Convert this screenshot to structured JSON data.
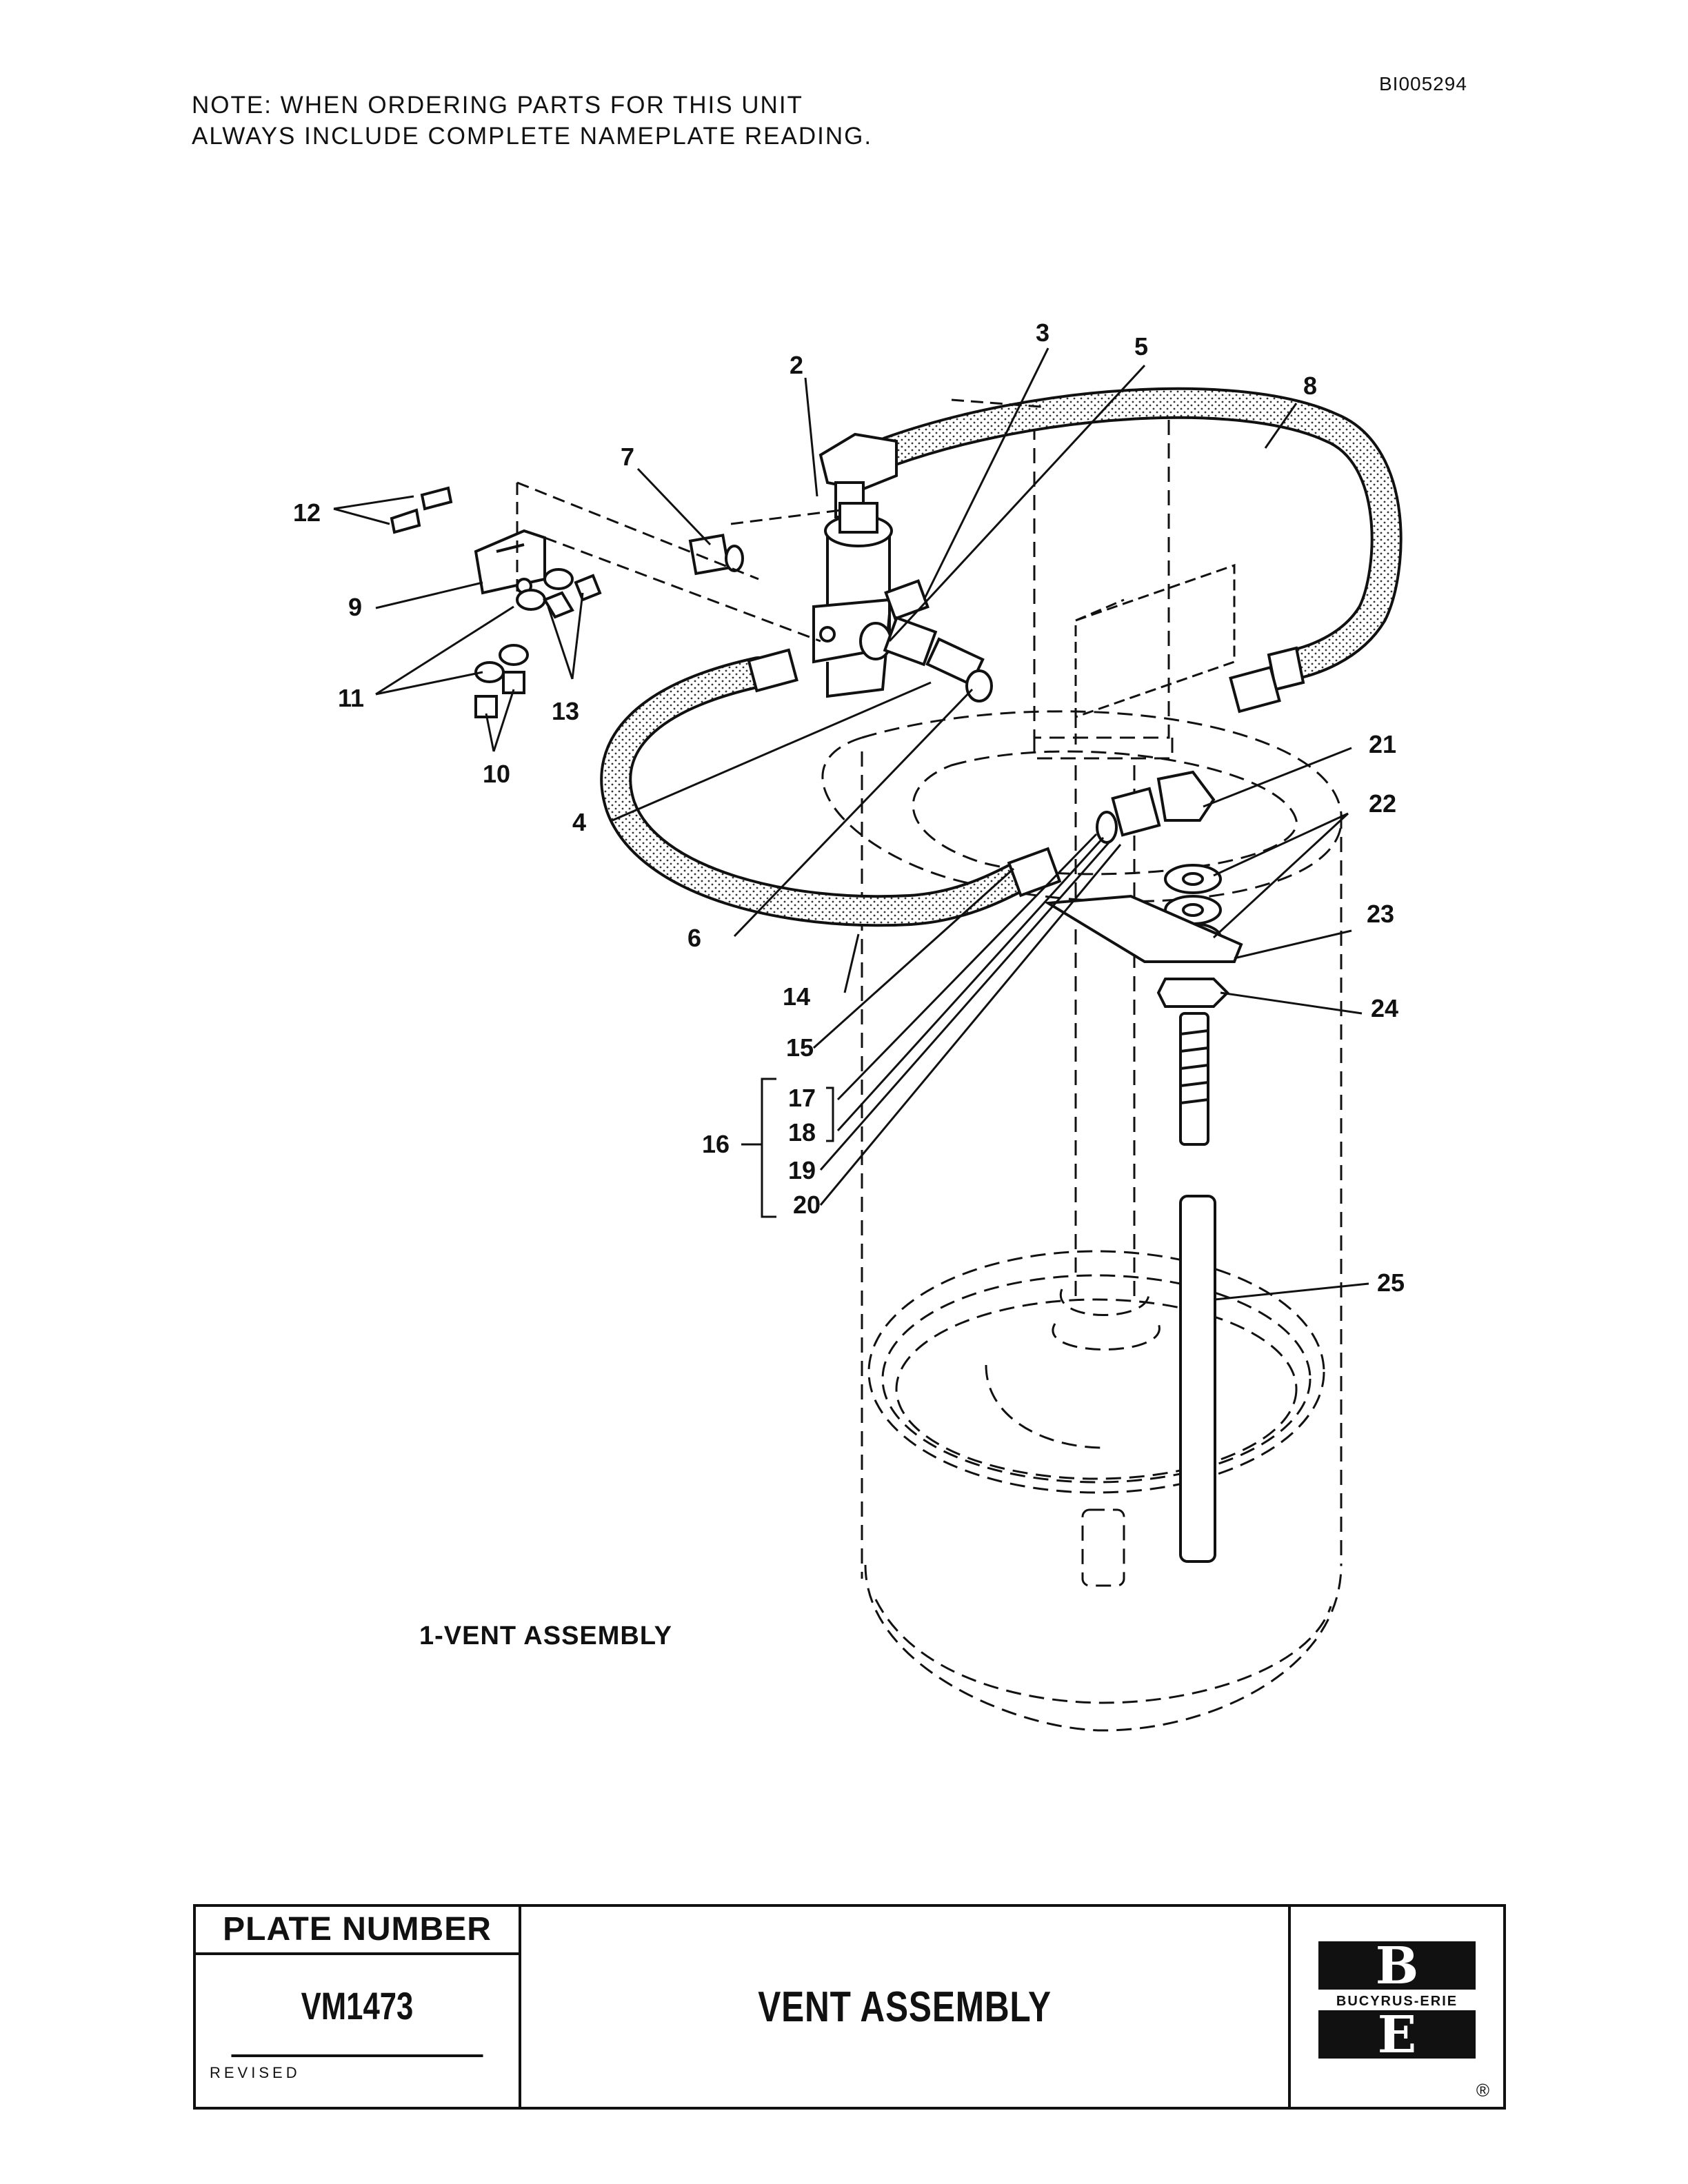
{
  "header": {
    "note_line1": "NOTE:  WHEN ORDERING PARTS FOR THIS UNIT",
    "note_line2": "ALWAYS INCLUDE COMPLETE NAMEPLATE READING.",
    "document_id": "BI005294"
  },
  "diagram": {
    "caption": "1-VENT ASSEMBLY",
    "callouts": {
      "c2": "2",
      "c3": "3",
      "c4": "4",
      "c5": "5",
      "c6": "6",
      "c7": "7",
      "c8": "8",
      "c9": "9",
      "c10": "10",
      "c11": "11",
      "c12": "12",
      "c13": "13",
      "c14": "14",
      "c15": "15",
      "c16": "16",
      "c17": "17",
      "c18": "18",
      "c19": "19",
      "c20": "20",
      "c21": "21",
      "c22": "22",
      "c23": "23",
      "c24": "24",
      "c25": "25"
    }
  },
  "title_block": {
    "plate_number_label": "PLATE NUMBER",
    "plate_number": "VM1473",
    "revised_label": "REVISED",
    "title": "VENT ASSEMBLY",
    "logo": {
      "top_letter": "B",
      "company": "BUCYRUS-ERIE",
      "bottom_letter": "E",
      "registered": "®"
    }
  }
}
